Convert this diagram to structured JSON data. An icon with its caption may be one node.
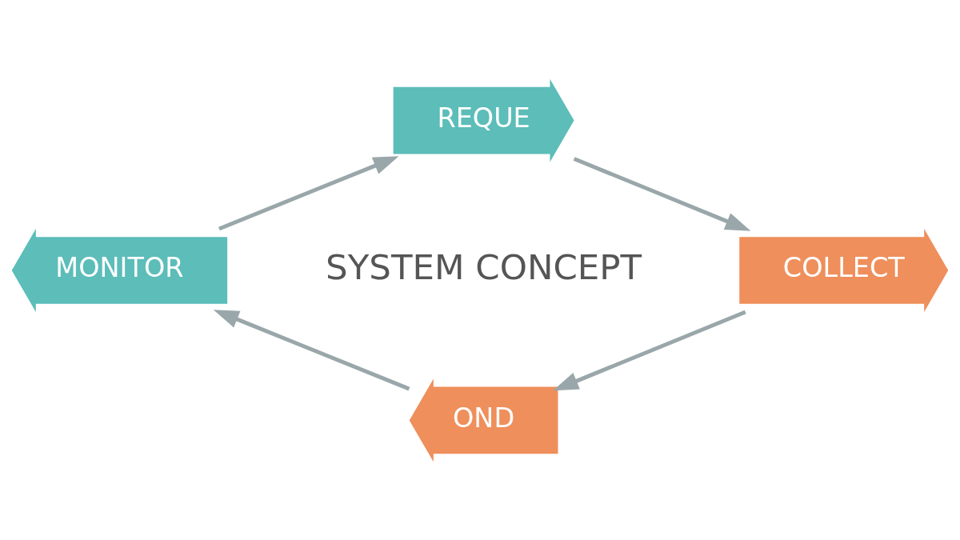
{
  "diagram": {
    "nodes": [
      {
        "text": [
          "REQUE"
        ]
      },
      {
        "text": [
          "COLLECT"
        ]
      },
      {
        "text": [
          "OND"
        ]
      },
      {
        "text": [
          "MONITOR"
        ]
      }
    ],
    "edges": [
      {
        "from": 0,
        "to": 1,
        "arrow": "to"
      },
      {
        "from": 1,
        "to": 2,
        "arrow": "to"
      },
      {
        "from": 2,
        "to": 3,
        "arrow": "to"
      },
      {
        "from": 3,
        "to": 0,
        "arrow": "to"
      }
    ],
    "labels": [
      "SYSTEM CONCEPT"
    ]
  }
}
